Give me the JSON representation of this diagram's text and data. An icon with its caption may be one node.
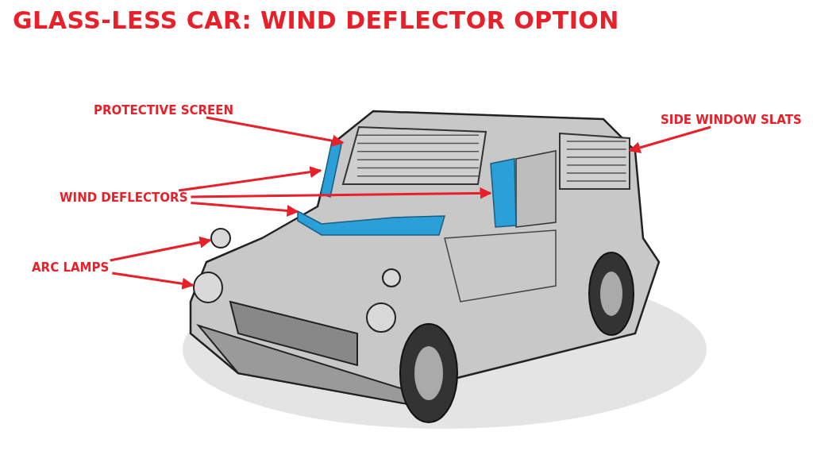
{
  "diagram": {
    "title": "GLASS-LESS CAR: WIND DEFLECTOR OPTION",
    "nodes": [
      {
        "text": [
          "PROTECTIVE SCREEN"
        ]
      },
      {
        "text": [],
        "shape": "box"
      },
      {
        "text": [
          "WIND DEFLECTORS"
        ]
      },
      {
        "text": [],
        "shape": "bar"
      },
      {
        "text": [],
        "shape": "bar"
      },
      {
        "text": [],
        "shape": "bar"
      },
      {
        "text": [
          "SIDE WINDOW SLATS"
        ]
      },
      {
        "text": [],
        "shape": "box"
      },
      {
        "text": [
          "ARC LAMPS"
        ]
      },
      {
        "text": [],
        "shape": "circle"
      },
      {
        "text": [],
        "shape": "circle"
      }
    ],
    "edges": [
      {
        "from": 0,
        "to": 1,
        "arrow": "to"
      },
      {
        "from": 2,
        "to": 3,
        "arrow": "to"
      },
      {
        "from": 2,
        "to": 4,
        "arrow": "to"
      },
      {
        "from": 2,
        "to": 5,
        "arrow": "to"
      },
      {
        "from": 6,
        "to": 7,
        "arrow": "to"
      },
      {
        "from": 8,
        "to": 9,
        "arrow": "to"
      },
      {
        "from": 8,
        "to": 10,
        "arrow": "to"
      }
    ]
  }
}
